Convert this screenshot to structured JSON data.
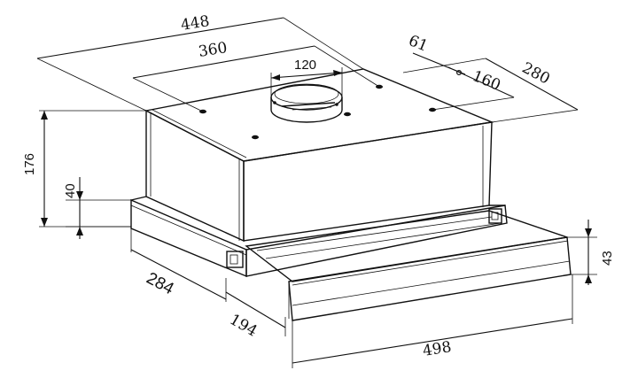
{
  "drawing": {
    "dimensions": {
      "width_top": "448",
      "hole_spacing": "360",
      "duct_diameter": "120",
      "offset_61": "61",
      "offset_160": "160",
      "depth_top": "280",
      "height_total": "176",
      "height_base": "40",
      "depth_side": "284",
      "drawer_extension": "194",
      "front_width": "498",
      "front_height": "43"
    }
  }
}
